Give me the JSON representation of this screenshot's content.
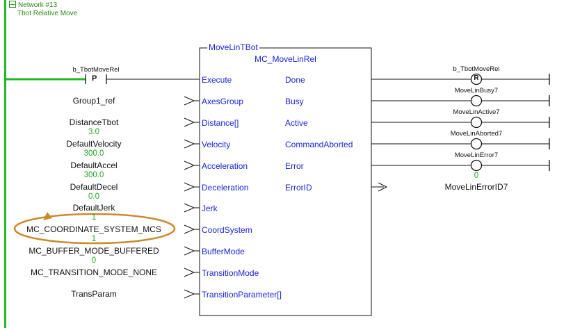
{
  "network": {
    "title": "Network #13",
    "comment": "Tbot Relative Move"
  },
  "function_block": {
    "instance": "MoveLinTBot",
    "type": "MC_MoveLinRel",
    "inputs": [
      "Execute",
      "AxesGroup",
      "Distance[]",
      "Velocity",
      "Acceleration",
      "Deceleration",
      "Jerk",
      "CoordSystem",
      "BufferMode",
      "TransitionMode",
      "TransitionParameter[]"
    ],
    "outputs": [
      "Done",
      "Busy",
      "Active",
      "CommandAborted",
      "Error",
      "ErrorID"
    ]
  },
  "input_vars": {
    "execute_contact": "b_TbotMoveRel",
    "contact_type": "P",
    "axes_group": "Group1_ref",
    "distance": "DistanceTbot",
    "distance_value": "3.0",
    "velocity": "DefaultVelocity",
    "velocity_value": "300.0",
    "accel": "DefaultAccel",
    "accel_value": "300.0",
    "decel": "DefaultDecel",
    "decel_value": "0.0",
    "jerk": "DefaultJerk",
    "jerk_value": "1",
    "coord_system": "MC_COORDINATE_SYSTEM_MCS",
    "coord_value": "1",
    "buffer_mode": "MC_BUFFER_MODE_BUFFERED",
    "buffer_value": "0",
    "transition_mode": "MC_TRANSITION_MODE_NONE",
    "trans_param": "TransParam"
  },
  "output_vars": {
    "done_coil": "b_TbotMoveRel",
    "done_coil_type": "R",
    "busy_coil": "MoveLinBusy7",
    "active_coil": "MoveLinActive7",
    "aborted_coil": "MoveLinAborted7",
    "error_coil": "MoveLinError7",
    "error_id_value": "0",
    "error_id": "MoveLinErrorID7"
  },
  "colors": {
    "rail": "#22b822",
    "pin_text": "#1a24d6",
    "value_text": "#22aa22",
    "highlight": "#cc8a2e"
  }
}
